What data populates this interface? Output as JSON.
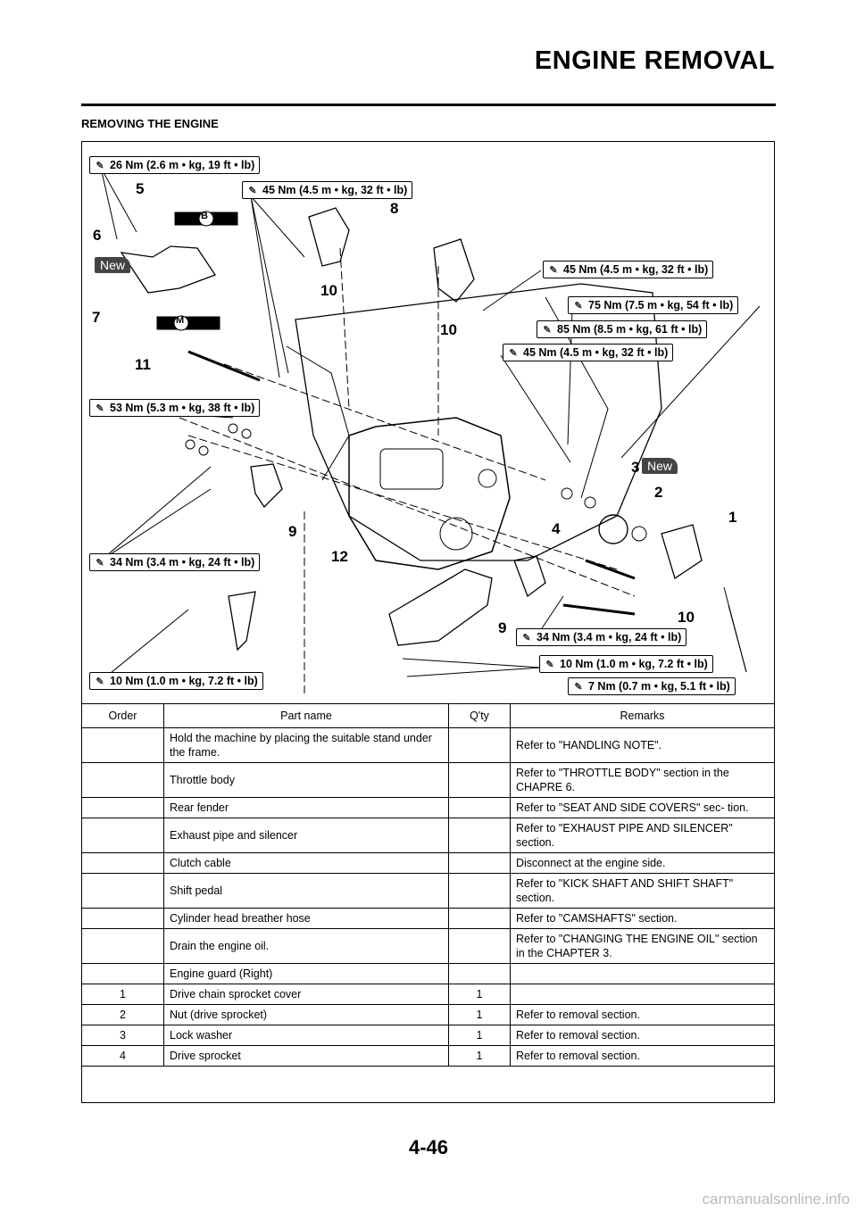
{
  "header": {
    "title": "ENGINE REMOVAL",
    "page_number": "4-46"
  },
  "section_title": "REMOVING THE ENGINE",
  "diagram": {
    "torque_specs": [
      "26 Nm (2.6 m • kg, 19 ft • lb)",
      "45 Nm (4.5 m • kg, 32 ft • lb)",
      "45 Nm (4.5 m • kg, 32 ft • lb)",
      "75 Nm (7.5 m • kg, 54 ft • lb)",
      "85 Nm (8.5 m • kg, 61 ft • lb)",
      "45 Nm (4.5 m • kg, 32 ft • lb)",
      "53 Nm (5.3 m • kg, 38 ft • lb)",
      "34 Nm (3.4 m • kg, 24 ft • lb)",
      "34 Nm (3.4 m • kg, 24 ft • lb)",
      "10 Nm (1.0 m • kg, 7.2 ft • lb)",
      "10 Nm (1.0 m • kg, 7.2 ft • lb)",
      "7 Nm (0.7 m • kg, 5.1 ft • lb)"
    ],
    "callouts": [
      "5",
      "6",
      "7",
      "8",
      "10",
      "10",
      "11",
      "3",
      "2",
      "1",
      "4",
      "9",
      "12",
      "9",
      "10"
    ],
    "new_label": "New",
    "lubricant_labels": [
      "B",
      "M"
    ]
  },
  "table": {
    "headers": {
      "order": "Order",
      "part": "Part name",
      "qty": "Q'ty",
      "remarks": "Remarks"
    },
    "rows": [
      {
        "order": "",
        "part": "Hold the machine by placing the suitable stand under the frame.",
        "qty": "",
        "remarks": "Refer to \"HANDLING NOTE\"."
      },
      {
        "order": "",
        "part": "Throttle body",
        "qty": "",
        "remarks": "Refer to \"THROTTLE BODY\" section in the CHAPRE 6."
      },
      {
        "order": "",
        "part": "Rear fender",
        "qty": "",
        "remarks": "Refer to \"SEAT AND SIDE COVERS\" sec- tion."
      },
      {
        "order": "",
        "part": "Exhaust pipe and silencer",
        "qty": "",
        "remarks": "Refer to \"EXHAUST PIPE AND SILENCER\" section."
      },
      {
        "order": "",
        "part": "Clutch cable",
        "qty": "",
        "remarks": "Disconnect at the engine side."
      },
      {
        "order": "",
        "part": "Shift pedal",
        "qty": "",
        "remarks": "Refer to \"KICK SHAFT AND SHIFT SHAFT\" section."
      },
      {
        "order": "",
        "part": "Cylinder head breather hose",
        "qty": "",
        "remarks": "Refer to \"CAMSHAFTS\" section."
      },
      {
        "order": "",
        "part": "Drain the engine oil.",
        "qty": "",
        "remarks": "Refer to \"CHANGING THE ENGINE OIL\" section in the CHAPTER 3."
      },
      {
        "order": "",
        "part": "Engine guard (Right)",
        "qty": "",
        "remarks": ""
      },
      {
        "order": "1",
        "part": "Drive chain sprocket cover",
        "qty": "1",
        "remarks": ""
      },
      {
        "order": "2",
        "part": "Nut (drive sprocket)",
        "qty": "1",
        "remarks": "Refer to removal section."
      },
      {
        "order": "3",
        "part": "Lock washer",
        "qty": "1",
        "remarks": "Refer to removal section."
      },
      {
        "order": "4",
        "part": "Drive sprocket",
        "qty": "1",
        "remarks": "Refer to removal section."
      }
    ]
  },
  "watermark": "carmanualsonline.info"
}
